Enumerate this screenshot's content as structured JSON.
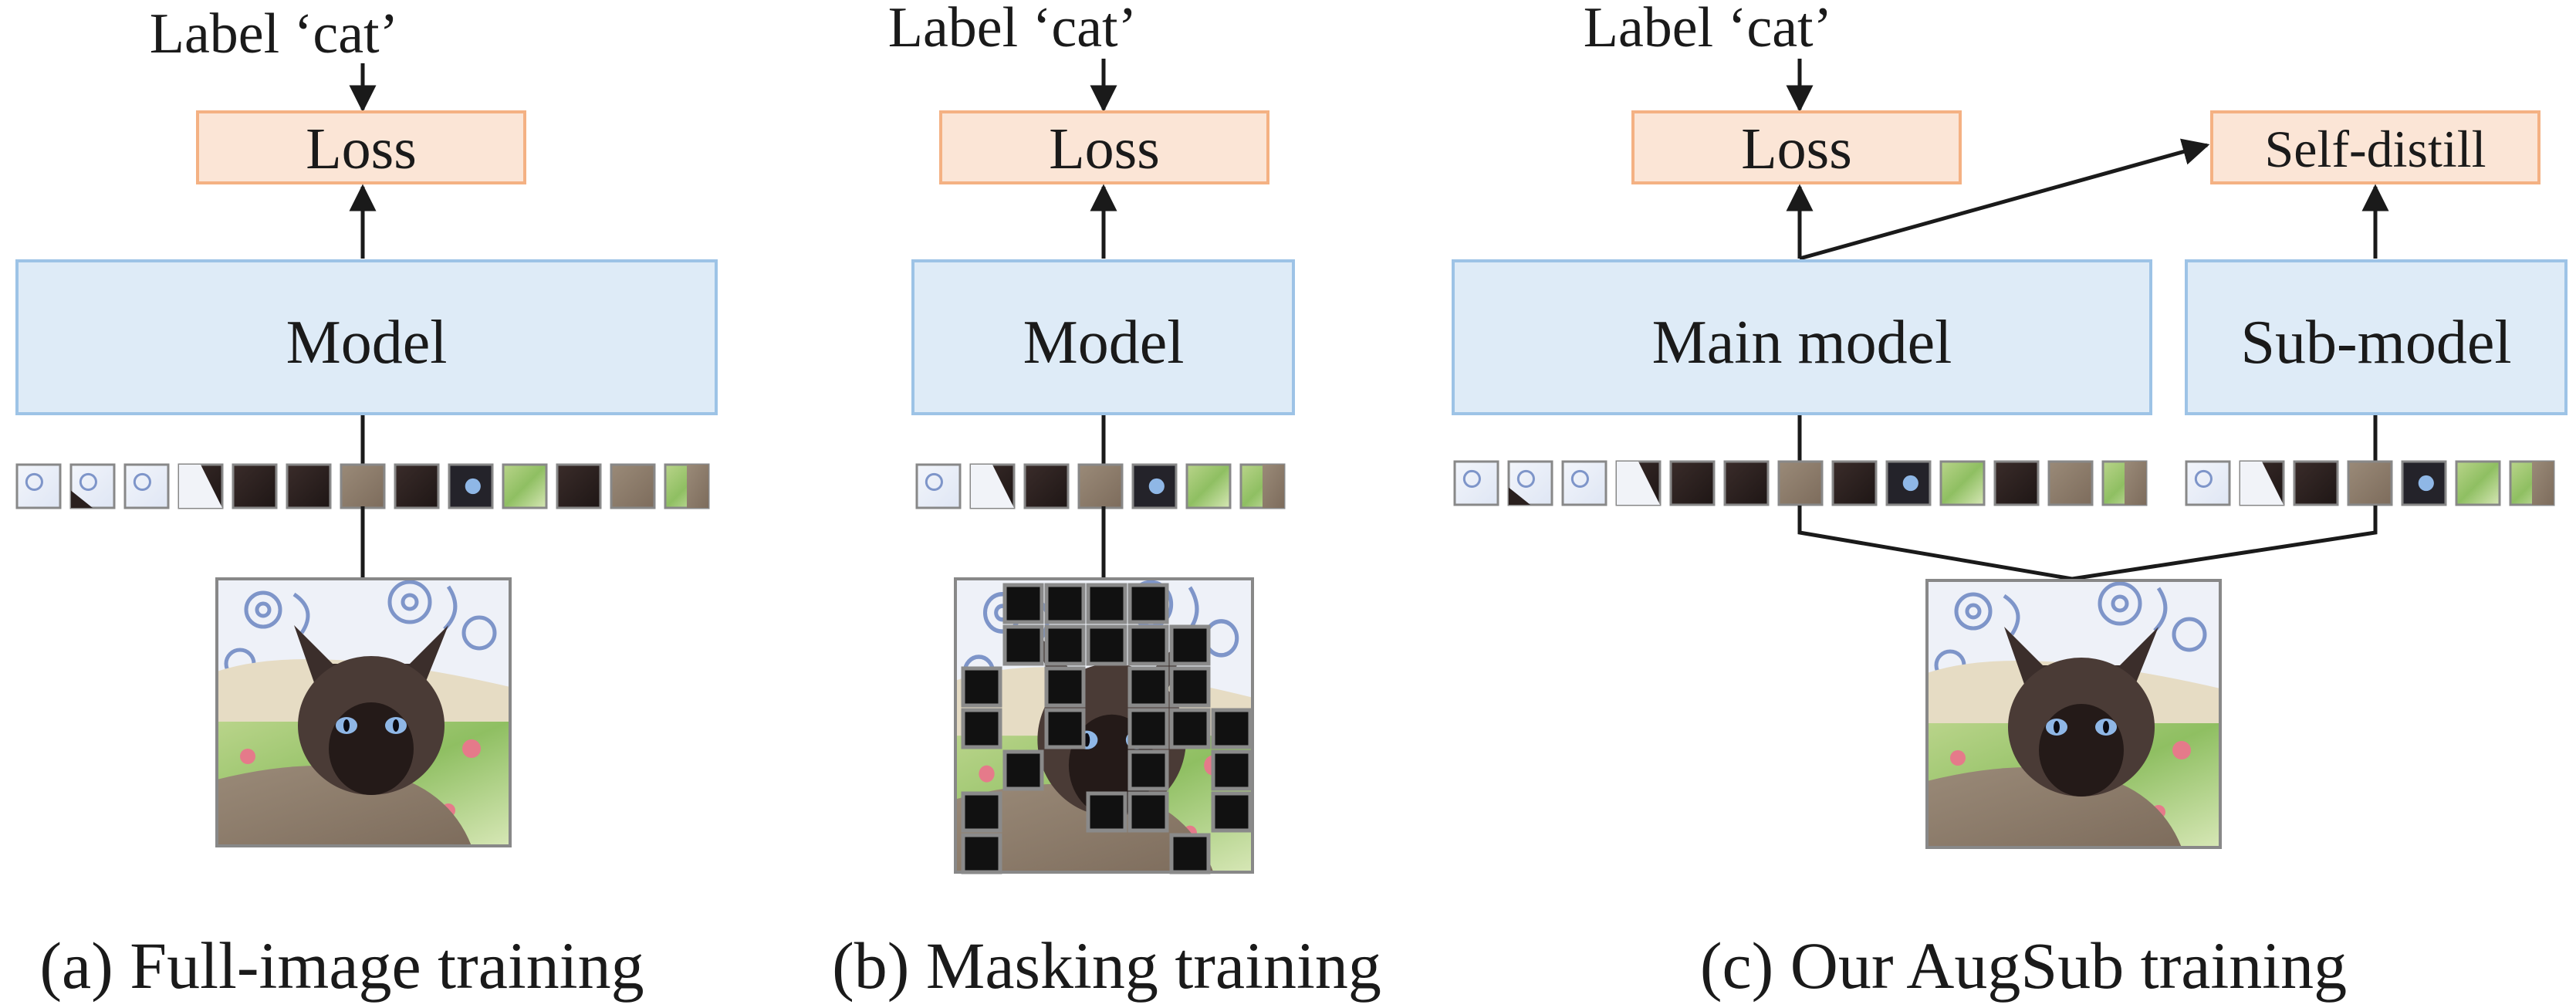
{
  "panels": [
    {
      "id": "a",
      "label_text": "Label ‘cat’",
      "loss_text": "Loss",
      "model_text": "Model",
      "caption": "(a) Full-image training",
      "patches": [
        "floral",
        "floral-dark",
        "floral",
        "dark-edge",
        "dark",
        "dark",
        "fur",
        "dark",
        "eye",
        "green",
        "dark",
        "fur",
        "green-fur"
      ]
    },
    {
      "id": "b",
      "label_text": "Label ‘cat’",
      "loss_text": "Loss",
      "model_text": "Model",
      "caption": "(b) Masking training",
      "patches": [
        "floral",
        "dark-edge",
        "dark",
        "fur",
        "eye",
        "green",
        "green-fur"
      ]
    },
    {
      "id": "c",
      "label_text": "Label ‘cat’",
      "loss_text": "Loss",
      "distill_text": "Self-distill",
      "main_model_text": "Main model",
      "sub_model_text": "Sub-model",
      "caption": "(c) Our AugSub training",
      "patches": [
        "floral",
        "floral-dark",
        "floral",
        "dark-edge",
        "dark",
        "dark",
        "fur",
        "dark",
        "eye",
        "green",
        "dark",
        "fur",
        "green-fur"
      ],
      "sub_patches": [
        "floral",
        "dark-edge",
        "dark",
        "fur",
        "eye",
        "green",
        "green-fur"
      ]
    }
  ],
  "colors": {
    "loss_fill": "#fbe5d6",
    "loss_stroke": "#f4b183",
    "model_fill": "#deebf7",
    "model_stroke": "#9dc3e6",
    "arrow": "#1a1a1a",
    "mask": "#111111"
  }
}
